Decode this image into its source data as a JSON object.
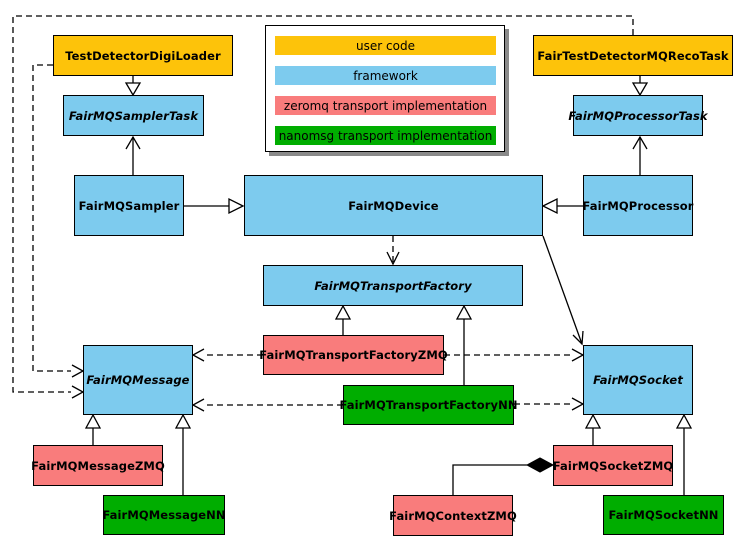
{
  "colors": {
    "user_code": "#FDC30A",
    "framework": "#7DCBEE",
    "zeromq": "#F97C7C",
    "nanomsg": "#00AD00",
    "line": "#000000",
    "page_bg": "#FFFFFF",
    "shadow": "#8A8A8A"
  },
  "legend": {
    "items": [
      {
        "label": "user code",
        "category": "user_code"
      },
      {
        "label": "framework",
        "category": "framework"
      },
      {
        "label": "zeromq transport implementation",
        "category": "zeromq"
      },
      {
        "label": "nanomsg transport implementation",
        "category": "nanomsg"
      }
    ]
  },
  "nodes": {
    "test_detector_digi_loader": {
      "label": "TestDetectorDigiLoader",
      "category": "user_code",
      "abstract": false
    },
    "fair_test_detector_mq_reco_task": {
      "label": "FairTestDetectorMQRecoTask",
      "category": "user_code",
      "abstract": false
    },
    "fairmq_sampler_task": {
      "label": "FairMQSamplerTask",
      "category": "framework",
      "abstract": true
    },
    "fairmq_processor_task": {
      "label": "FairMQProcessorTask",
      "category": "framework",
      "abstract": true
    },
    "fairmq_sampler": {
      "label": "FairMQSampler",
      "category": "framework",
      "abstract": false
    },
    "fairmq_device": {
      "label": "FairMQDevice",
      "category": "framework",
      "abstract": false
    },
    "fairmq_processor": {
      "label": "FairMQProcessor",
      "category": "framework",
      "abstract": false
    },
    "fairmq_transport_factory": {
      "label": "FairMQTransportFactory",
      "category": "framework",
      "abstract": true
    },
    "fairmq_transport_factory_zmq": {
      "label": "FairMQTransportFactoryZMQ",
      "category": "zeromq",
      "abstract": false
    },
    "fairmq_transport_factory_nn": {
      "label": "FairMQTransportFactoryNN",
      "category": "nanomsg",
      "abstract": false
    },
    "fairmq_message": {
      "label": "FairMQMessage",
      "category": "framework",
      "abstract": true
    },
    "fairmq_socket": {
      "label": "FairMQSocket",
      "category": "framework",
      "abstract": true
    },
    "fairmq_message_zmq": {
      "label": "FairMQMessageZMQ",
      "category": "zeromq",
      "abstract": false
    },
    "fairmq_message_nn": {
      "label": "FairMQMessageNN",
      "category": "nanomsg",
      "abstract": false
    },
    "fairmq_socket_zmq": {
      "label": "FairMQSocketZMQ",
      "category": "zeromq",
      "abstract": false
    },
    "fairmq_socket_nn": {
      "label": "FairMQSocketNN",
      "category": "nanomsg",
      "abstract": false
    },
    "fairmq_context_zmq": {
      "label": "FairMQContextZMQ",
      "category": "zeromq",
      "abstract": false
    }
  },
  "edges": [
    {
      "from": "TestDetectorDigiLoader",
      "to": "FairMQSamplerTask",
      "type": "generalization-solid-triangle"
    },
    {
      "from": "FairMQSampler",
      "to": "FairMQSamplerTask",
      "type": "association-open-arrow"
    },
    {
      "from": "FairMQSampler",
      "to": "FairMQDevice",
      "type": "generalization-solid-triangle"
    },
    {
      "from": "FairTestDetectorMQRecoTask",
      "to": "FairMQProcessorTask",
      "type": "generalization-solid-triangle"
    },
    {
      "from": "FairMQProcessor",
      "to": "FairMQProcessorTask",
      "type": "association-open-arrow"
    },
    {
      "from": "FairMQProcessor",
      "to": "FairMQDevice",
      "type": "generalization-solid-triangle"
    },
    {
      "from": "FairMQDevice",
      "to": "FairMQTransportFactory",
      "type": "dependency-dashed-open-arrow"
    },
    {
      "from": "FairMQDevice",
      "to": "FairMQSocket",
      "type": "association-open-arrow"
    },
    {
      "from": "FairMQTransportFactoryZMQ",
      "to": "FairMQTransportFactory",
      "type": "generalization-solid-triangle"
    },
    {
      "from": "FairMQTransportFactoryNN",
      "to": "FairMQTransportFactory",
      "type": "generalization-solid-triangle"
    },
    {
      "from": "FairMQTransportFactoryZMQ",
      "to": "FairMQMessage",
      "type": "dependency-dashed-open-arrow"
    },
    {
      "from": "FairMQTransportFactoryZMQ",
      "to": "FairMQSocket",
      "type": "dependency-dashed-open-arrow"
    },
    {
      "from": "FairMQTransportFactoryNN",
      "to": "FairMQMessage",
      "type": "dependency-dashed-open-arrow"
    },
    {
      "from": "FairMQTransportFactoryNN",
      "to": "FairMQSocket",
      "type": "dependency-dashed-open-arrow"
    },
    {
      "from": "TestDetectorDigiLoader",
      "to": "FairMQMessage",
      "type": "dependency-dashed-open-arrow"
    },
    {
      "from": "FairTestDetectorMQRecoTask",
      "to": "FairMQMessage",
      "type": "dependency-dashed-open-arrow"
    },
    {
      "from": "FairMQMessageZMQ",
      "to": "FairMQMessage",
      "type": "generalization-solid-triangle"
    },
    {
      "from": "FairMQMessageNN",
      "to": "FairMQMessage",
      "type": "generalization-solid-triangle"
    },
    {
      "from": "FairMQSocketZMQ",
      "to": "FairMQSocket",
      "type": "generalization-solid-triangle"
    },
    {
      "from": "FairMQSocketNN",
      "to": "FairMQSocket",
      "type": "generalization-solid-triangle"
    },
    {
      "from": "FairMQContextZMQ",
      "to": "FairMQSocketZMQ",
      "type": "composition-filled-diamond"
    }
  ]
}
